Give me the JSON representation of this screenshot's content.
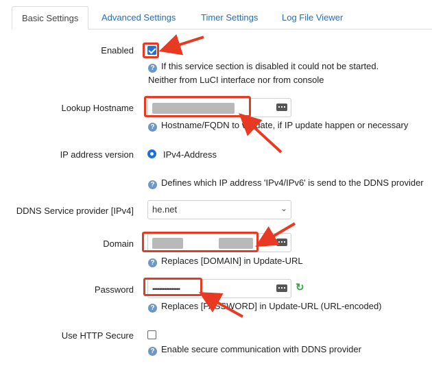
{
  "tabs": [
    {
      "label": "Basic Settings",
      "active": true
    },
    {
      "label": "Advanced Settings"
    },
    {
      "label": "Timer Settings"
    },
    {
      "label": "Log File Viewer"
    }
  ],
  "fields": {
    "enabled": {
      "label": "Enabled",
      "checked": true,
      "hint_line1": "If this service section is disabled it could not be started.",
      "hint_line2": "Neither from LuCI interface nor from console"
    },
    "lookup_hostname": {
      "label": "Lookup Hostname",
      "value": "",
      "hint": "Hostname/FQDN to validate, if IP update happen or necessary"
    },
    "ip_version": {
      "label": "IP address version",
      "selected": "IPv4-Address",
      "hint": "Defines which IP address 'IPv4/IPv6' is send to the DDNS provider"
    },
    "service_provider": {
      "label": "DDNS Service provider [IPv4]",
      "value": "he.net"
    },
    "domain": {
      "label": "Domain",
      "value": "",
      "hint": "Replaces [DOMAIN] in Update-URL"
    },
    "password": {
      "label": "Password",
      "value": "••••••••••••••••",
      "hint": "Replaces [PASSWORD] in Update-URL (URL-encoded)"
    },
    "use_https": {
      "label": "Use HTTP Secure",
      "checked": false,
      "hint": "Enable secure communication with DDNS provider"
    }
  },
  "icons": {
    "help": "question-circle-icon",
    "keyboard": "keyboard-icon",
    "refresh": "refresh-icon",
    "select": "chevron-down-icon"
  },
  "colors": {
    "link": "#1d6fc2",
    "accent": "#1e6fe0",
    "annotation": "#e83a23",
    "refresh": "#3aa640"
  }
}
